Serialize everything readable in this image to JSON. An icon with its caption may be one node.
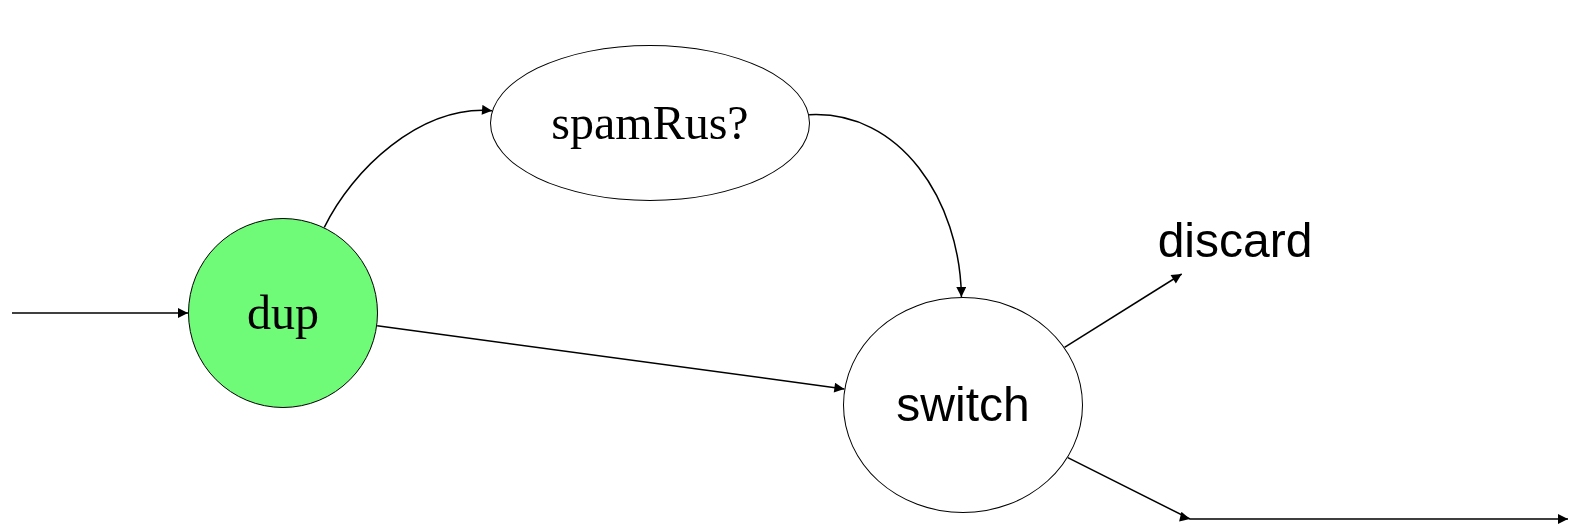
{
  "diagram": {
    "nodes": [
      {
        "text": [
          "dup"
        ]
      },
      {
        "text": [
          "spamRus?"
        ]
      },
      {
        "text": [
          "switch"
        ]
      },
      {
        "text": [
          "discard"
        ]
      }
    ],
    "edges": [
      {
        "from": null,
        "to": 0,
        "arrow": "to"
      },
      {
        "from": 0,
        "to": 1,
        "arrow": "to"
      },
      {
        "from": 1,
        "to": 2,
        "arrow": "to"
      },
      {
        "from": 0,
        "to": 2,
        "arrow": "to"
      },
      {
        "from": 2,
        "to": 3,
        "arrow": "to"
      },
      {
        "from": 2,
        "to": null,
        "arrow": "to"
      }
    ]
  }
}
